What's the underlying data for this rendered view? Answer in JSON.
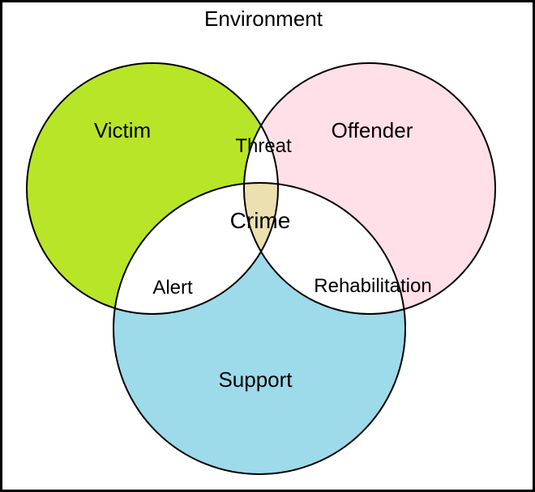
{
  "diagram": {
    "title": "Environment",
    "sets": {
      "victim": "Victim",
      "offender": "Offender",
      "support": "Support"
    },
    "overlaps": {
      "victim_offender": "Threat",
      "victim_support": "Alert",
      "offender_support": "Rehabilitation",
      "all": "Crime"
    },
    "colors": {
      "victim": "#b8e527",
      "offender": "#ffdfe8",
      "support": "#9ddaea",
      "pairwise": "#ffffff",
      "all": "#ece0b0",
      "outline": "#000000",
      "background": "#ffffff"
    }
  }
}
